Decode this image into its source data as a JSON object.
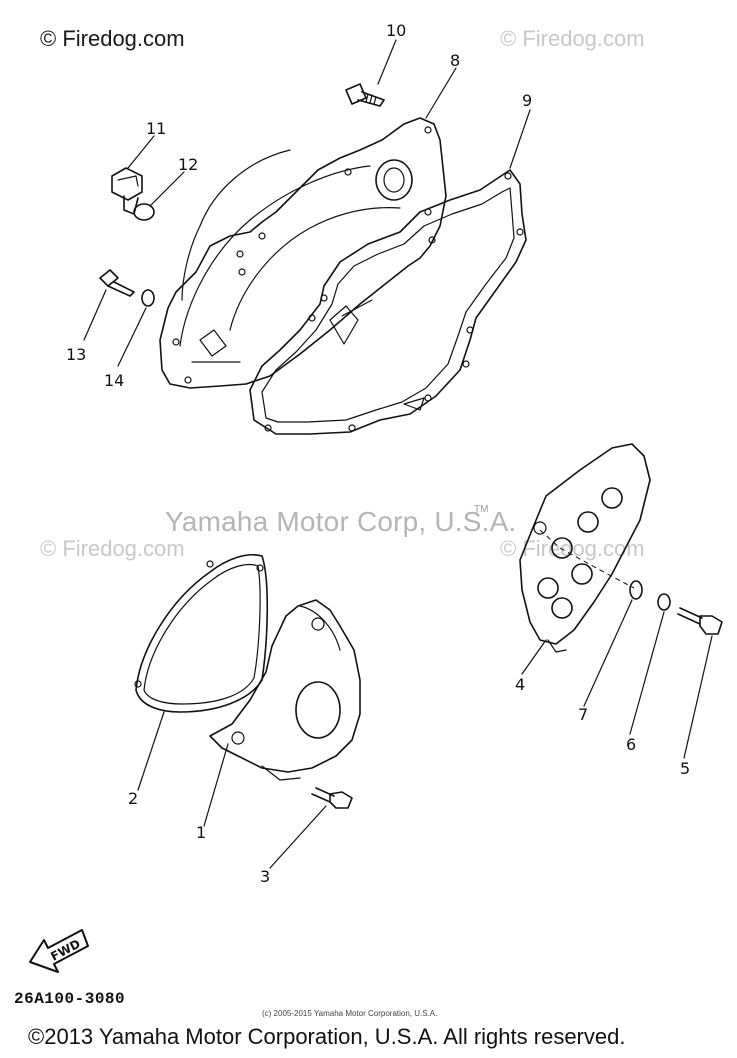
{
  "watermarks": {
    "top_left": "© Firedog.com",
    "top_right": "© Firedog.com",
    "mid_left": "© Firedog.com",
    "mid_right": "© Firedog.com",
    "center": "Yamaha Motor Corp, U.S.A.",
    "tm_mark": "TM"
  },
  "callouts": {
    "c1": "1",
    "c2": "2",
    "c3": "3",
    "c4": "4",
    "c5": "5",
    "c6": "6",
    "c7": "7",
    "c8": "8",
    "c9": "9",
    "c10": "10",
    "c11": "11",
    "c12": "12",
    "c13": "13",
    "c14": "14"
  },
  "fwd_label": "FWD",
  "part_code": "26A100-3080",
  "tiny_copyright": "(c) 2005-2015 Yamaha Motor Corporation, U.S.A.",
  "footer_copyright": "©2013 Yamaha Motor Corporation, U.S.A. All rights reserved."
}
